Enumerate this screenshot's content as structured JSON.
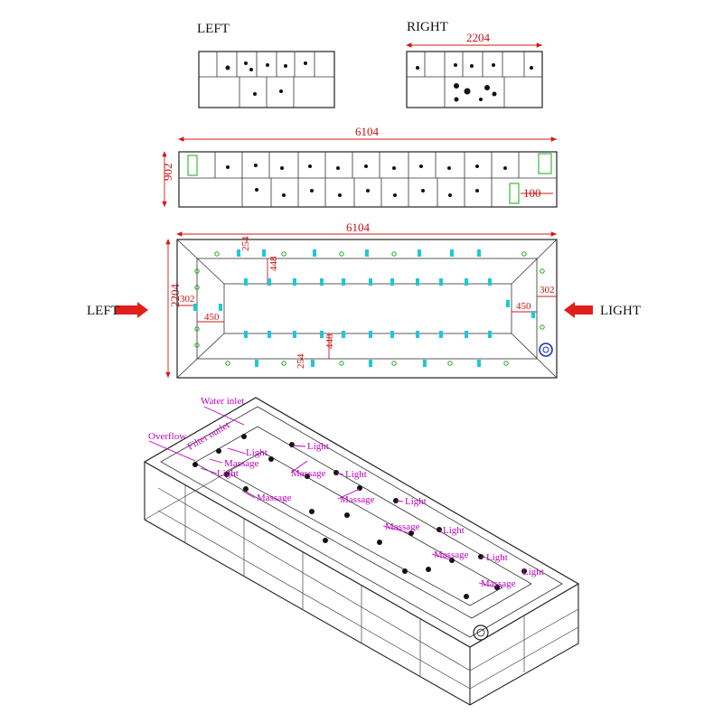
{
  "views": {
    "left_label": "LEFT",
    "right_label": "RIGHT"
  },
  "dimensions": {
    "right_width": "2204",
    "front_length": "6104",
    "front_height": "902",
    "front_offset": "100",
    "plan_length": "6104",
    "plan_width": "2204",
    "plan_top_left": "254",
    "plan_top_mid": "448",
    "plan_left_outer": "302",
    "plan_left_inner": "450",
    "plan_right_outer": "302",
    "plan_right_inner": "450",
    "plan_bottom_left": "254",
    "plan_bottom_mid": "448"
  },
  "arrows": {
    "left": "LEFT",
    "right": "LIGHT"
  },
  "callouts": {
    "water_inlet": "Water inlet",
    "filter_outlet": "Filter outlet",
    "overflow": "Overflow",
    "light": "Light",
    "massage": "Massage"
  },
  "colors": {
    "dimension": "#d01818",
    "callout": "#c000c0",
    "nozzle_cyan": "#1ec8d8",
    "nozzle_green": "#1aa81a"
  }
}
